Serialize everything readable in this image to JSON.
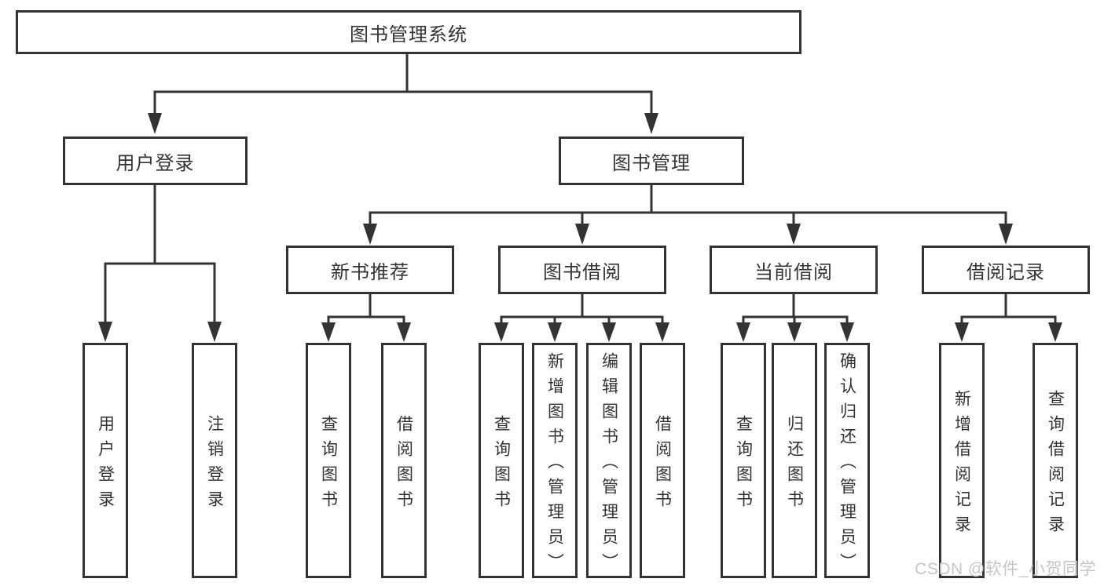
{
  "diagram": {
    "root": "图书管理系统",
    "branches": [
      {
        "label": "用户登录",
        "leaves": [
          "用户登录",
          "注销登录"
        ]
      },
      {
        "label": "图书管理",
        "groups": [
          {
            "label": "新书推荐",
            "leaves": [
              "查询图书",
              "借阅图书"
            ]
          },
          {
            "label": "图书借阅",
            "leaves": [
              "查询图书",
              "新增图书（管理员）",
              "编辑图书（管理员）",
              "借阅图书"
            ]
          },
          {
            "label": "当前借阅",
            "leaves": [
              "查询图书",
              "归还图书",
              "确认归还（管理员）"
            ]
          },
          {
            "label": "借阅记录",
            "leaves": [
              "新增借阅记录",
              "查询借阅记录"
            ]
          }
        ]
      }
    ]
  },
  "watermark": "CSDN @软件_小贺同学",
  "colors": {
    "line": "#333333",
    "text": "#333333",
    "watermark": "#c6c6c6",
    "background": "#ffffff"
  }
}
